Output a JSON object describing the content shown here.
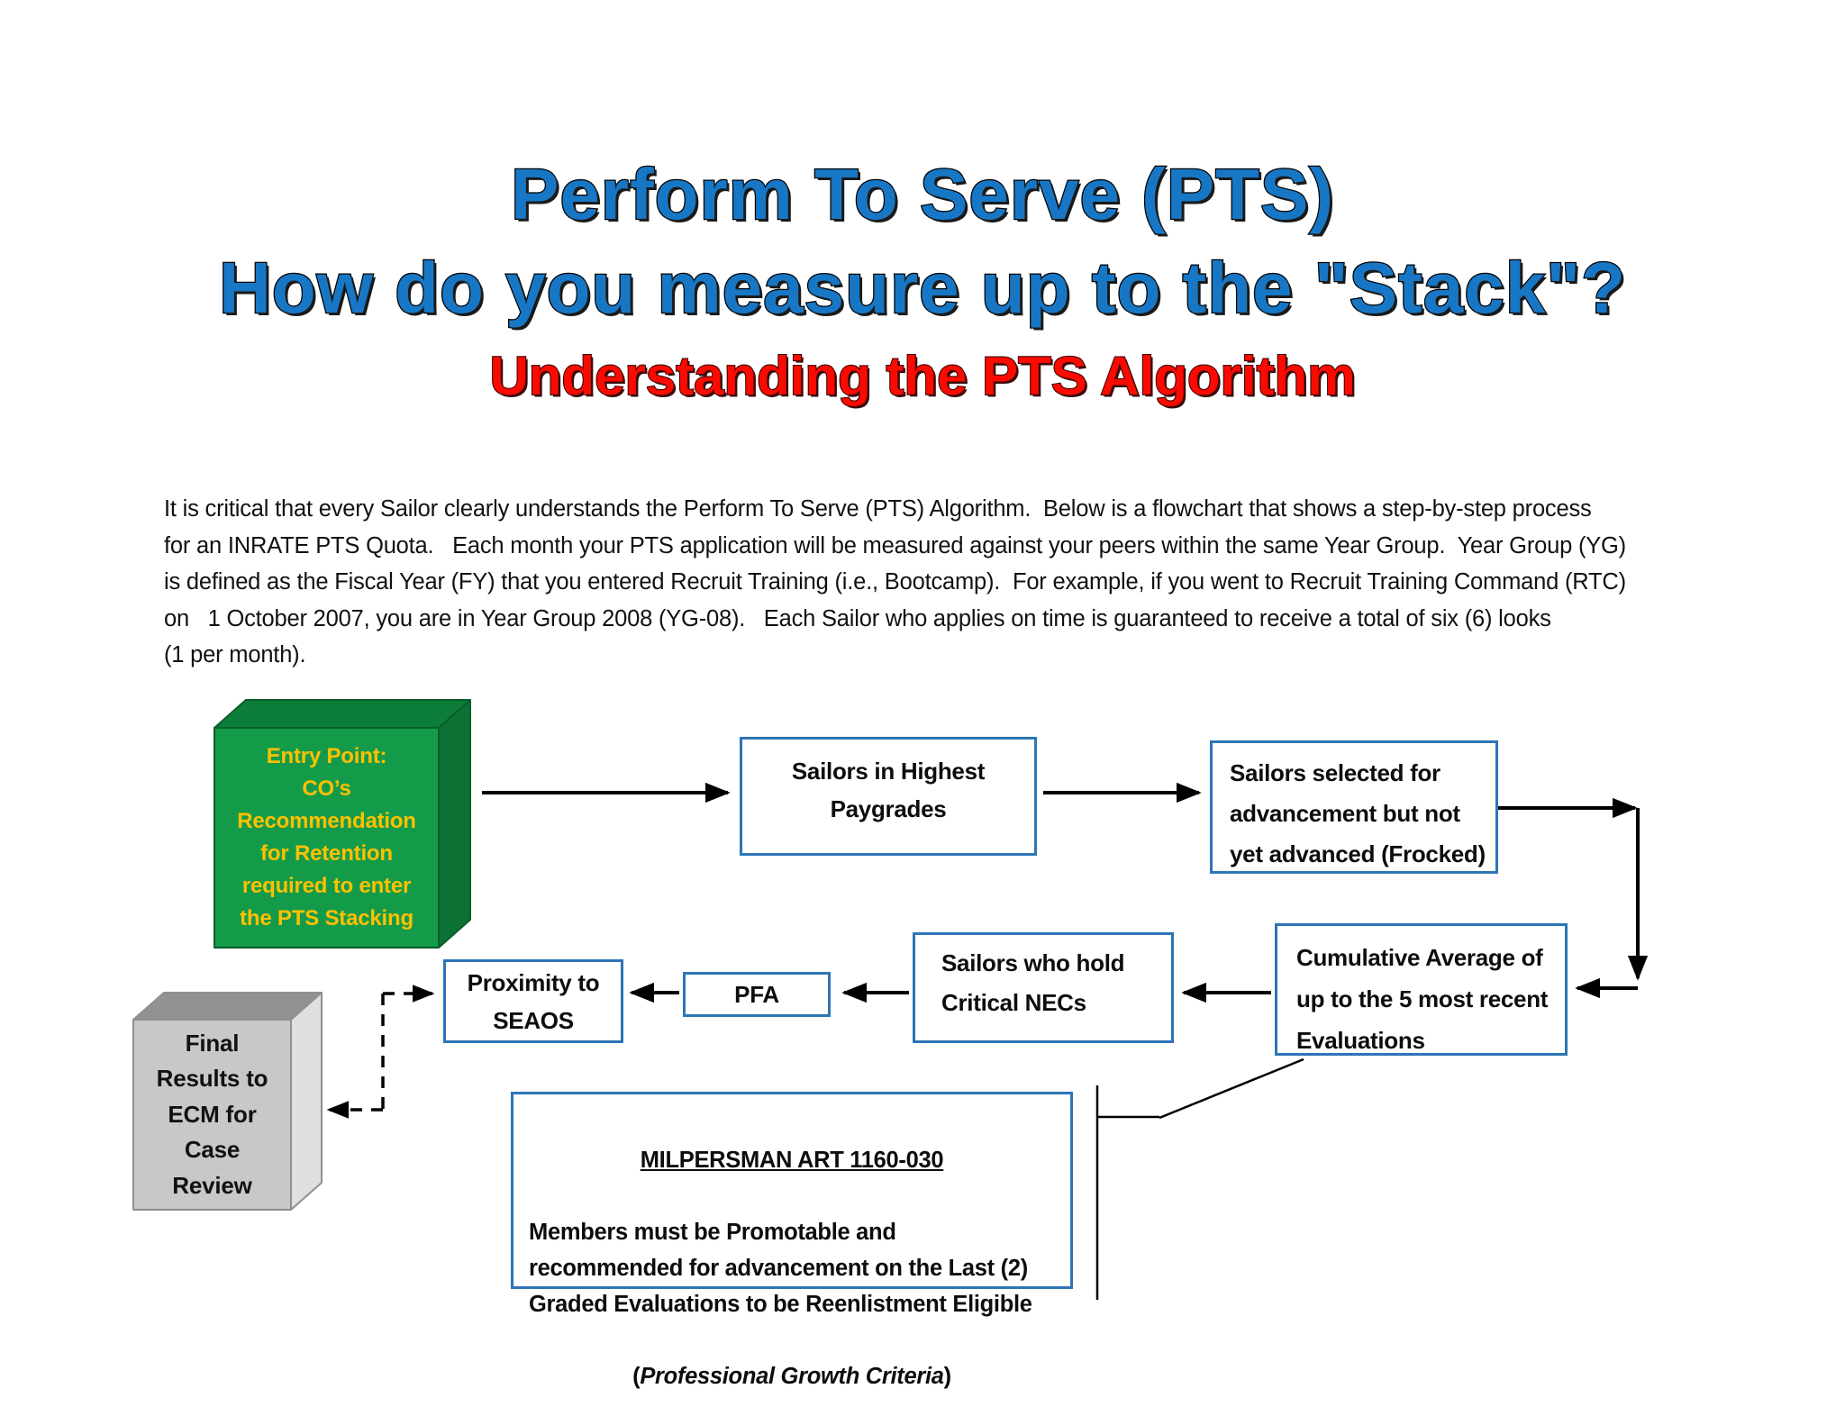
{
  "page": {
    "title_line1": "Perform To Serve (PTS)",
    "title_line2": "How do you measure up to the \"Stack\"?",
    "subtitle": "Understanding the PTS Algorithm",
    "intro_paragraph": "It is critical that every Sailor clearly understands the Perform To Serve (PTS) Algorithm.  Below is a flowchart that shows a step-by-step process\nfor an INRATE PTS Quota.   Each month your PTS application will be measured against your peers within the same Year Group.  Year Group (YG)\nis defined as the Fiscal Year (FY) that you entered Recruit Training (i.e., Bootcamp).  For example, if you went to Recruit Training Command (RTC)\non   1 October 2007, you are in Year Group 2008 (YG-08).   Each Sailor who applies on time is guaranteed to receive a total of six (6) looks\n(1 per month)."
  },
  "flowchart": {
    "entry_cube": {
      "label": "Entry Point:\nCO’s\nRecommendation\nfor Retention\nrequired to enter\nthe PTS Stacking"
    },
    "box_highest_paygrades": {
      "label": "Sailors in Highest\nPaygrades"
    },
    "box_frocked": {
      "label": "Sailors selected for\nadvancement but not\nyet advanced (Frocked)"
    },
    "box_cumulative_average": {
      "label": "Cumulative Average of\nup to the 5 most recent\nEvaluations"
    },
    "box_critical_necs": {
      "label": "Sailors who hold\nCritical NECs"
    },
    "box_pfa": {
      "label": "PFA"
    },
    "box_proximity_seaos": {
      "label": "Proximity to\nSEAOS"
    },
    "final_cube": {
      "label": "Final\nResults to\nECM for\nCase\nReview"
    },
    "milpersman_note": {
      "heading": "MILPERSMAN ART 1160-030",
      "body": "Members must be Promotable and\nrecommended for advancement on the Last (2)\nGraded Evaluations to be Reenlistment Eligible",
      "footer_open": "(",
      "footer_italic": "Professional Growth Criteria",
      "footer_close": ")"
    },
    "colors": {
      "title_blue": "#1877C5",
      "subtitle_red": "#FA0A00",
      "entry_cube_green": "#149B4A",
      "entry_cube_text_gold": "#FFC000",
      "box_border_blue": "#2E75B6",
      "final_cube_gray": "#C8C8C8",
      "connector_black": "#000000"
    }
  }
}
